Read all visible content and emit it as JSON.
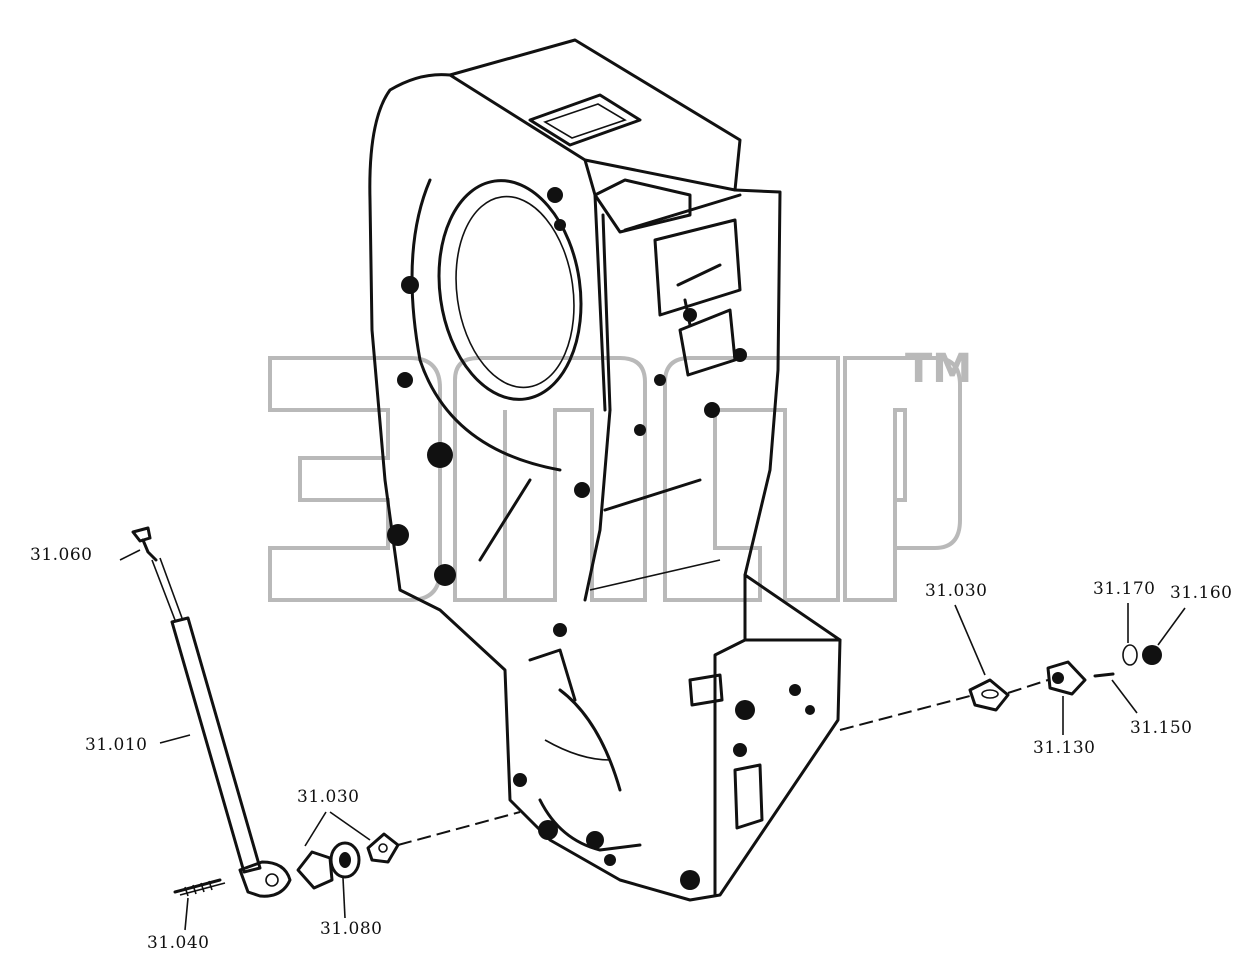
{
  "watermark": {
    "trademark": "TM"
  },
  "parts": [
    {
      "id": "p1",
      "label": "31.060"
    },
    {
      "id": "p2",
      "label": "31.010"
    },
    {
      "id": "p3",
      "label": "31.030"
    },
    {
      "id": "p4",
      "label": "31.040"
    },
    {
      "id": "p5",
      "label": "31.080"
    },
    {
      "id": "p6",
      "label": "31.030"
    },
    {
      "id": "p7",
      "label": "31.170"
    },
    {
      "id": "p8",
      "label": "31.160"
    },
    {
      "id": "p9",
      "label": "31.150"
    },
    {
      "id": "p10",
      "label": "31.130"
    }
  ]
}
